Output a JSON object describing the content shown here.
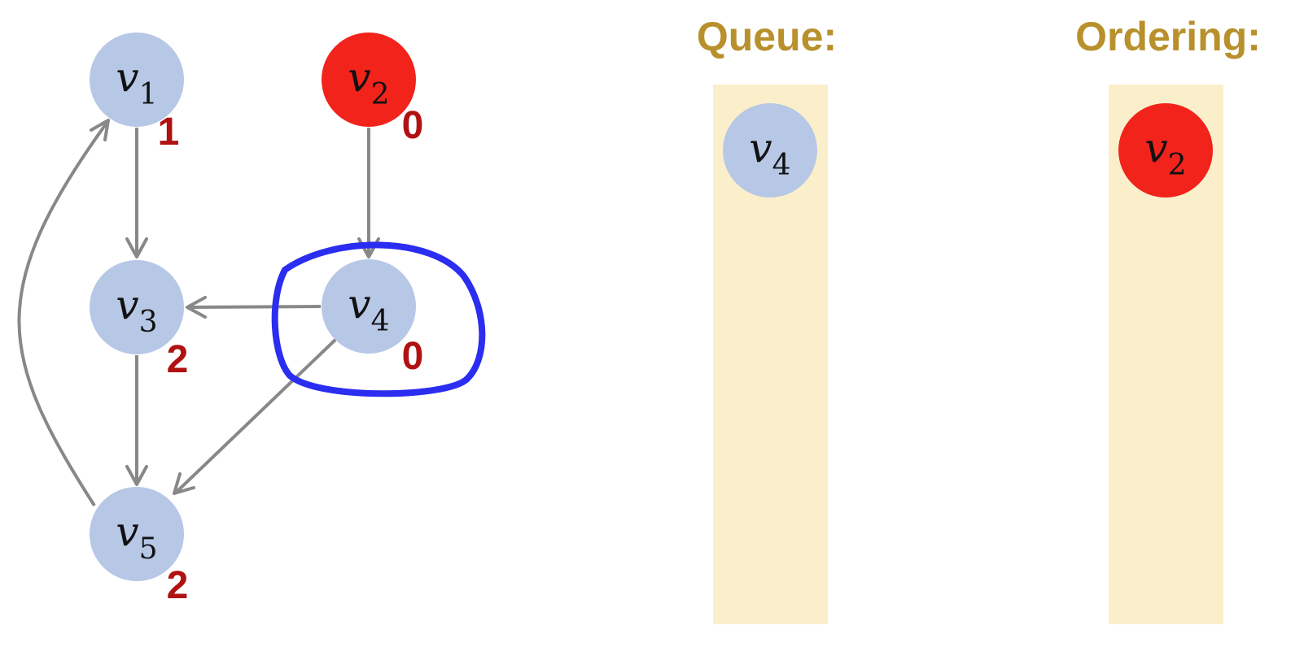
{
  "headings": {
    "queue": "Queue:",
    "ordering": "Ordering:"
  },
  "colors": {
    "node_default": "#b7c7e6",
    "node_done": "#f1231b",
    "edge": "#888888",
    "highlight": "#2b2df0",
    "indegree": "#b01212",
    "heading": "#b8902c",
    "panel": "#fbefcb"
  },
  "nodes": [
    {
      "id": "v1",
      "base": "v",
      "sub": "1",
      "indegree": "1",
      "state": "default"
    },
    {
      "id": "v2",
      "base": "v",
      "sub": "2",
      "indegree": "0",
      "state": "done"
    },
    {
      "id": "v3",
      "base": "v",
      "sub": "3",
      "indegree": "2",
      "state": "default"
    },
    {
      "id": "v4",
      "base": "v",
      "sub": "4",
      "indegree": "0",
      "state": "default",
      "highlighted": true
    },
    {
      "id": "v5",
      "base": "v",
      "sub": "5",
      "indegree": "2",
      "state": "default"
    }
  ],
  "edges": [
    {
      "from": "v1",
      "to": "v3"
    },
    {
      "from": "v2",
      "to": "v4"
    },
    {
      "from": "v4",
      "to": "v3"
    },
    {
      "from": "v3",
      "to": "v5"
    },
    {
      "from": "v4",
      "to": "v5"
    },
    {
      "from": "v5",
      "to": "v1"
    }
  ],
  "queue": [
    {
      "base": "v",
      "sub": "4",
      "state": "default"
    }
  ],
  "ordering": [
    {
      "base": "v",
      "sub": "2",
      "state": "done"
    }
  ]
}
